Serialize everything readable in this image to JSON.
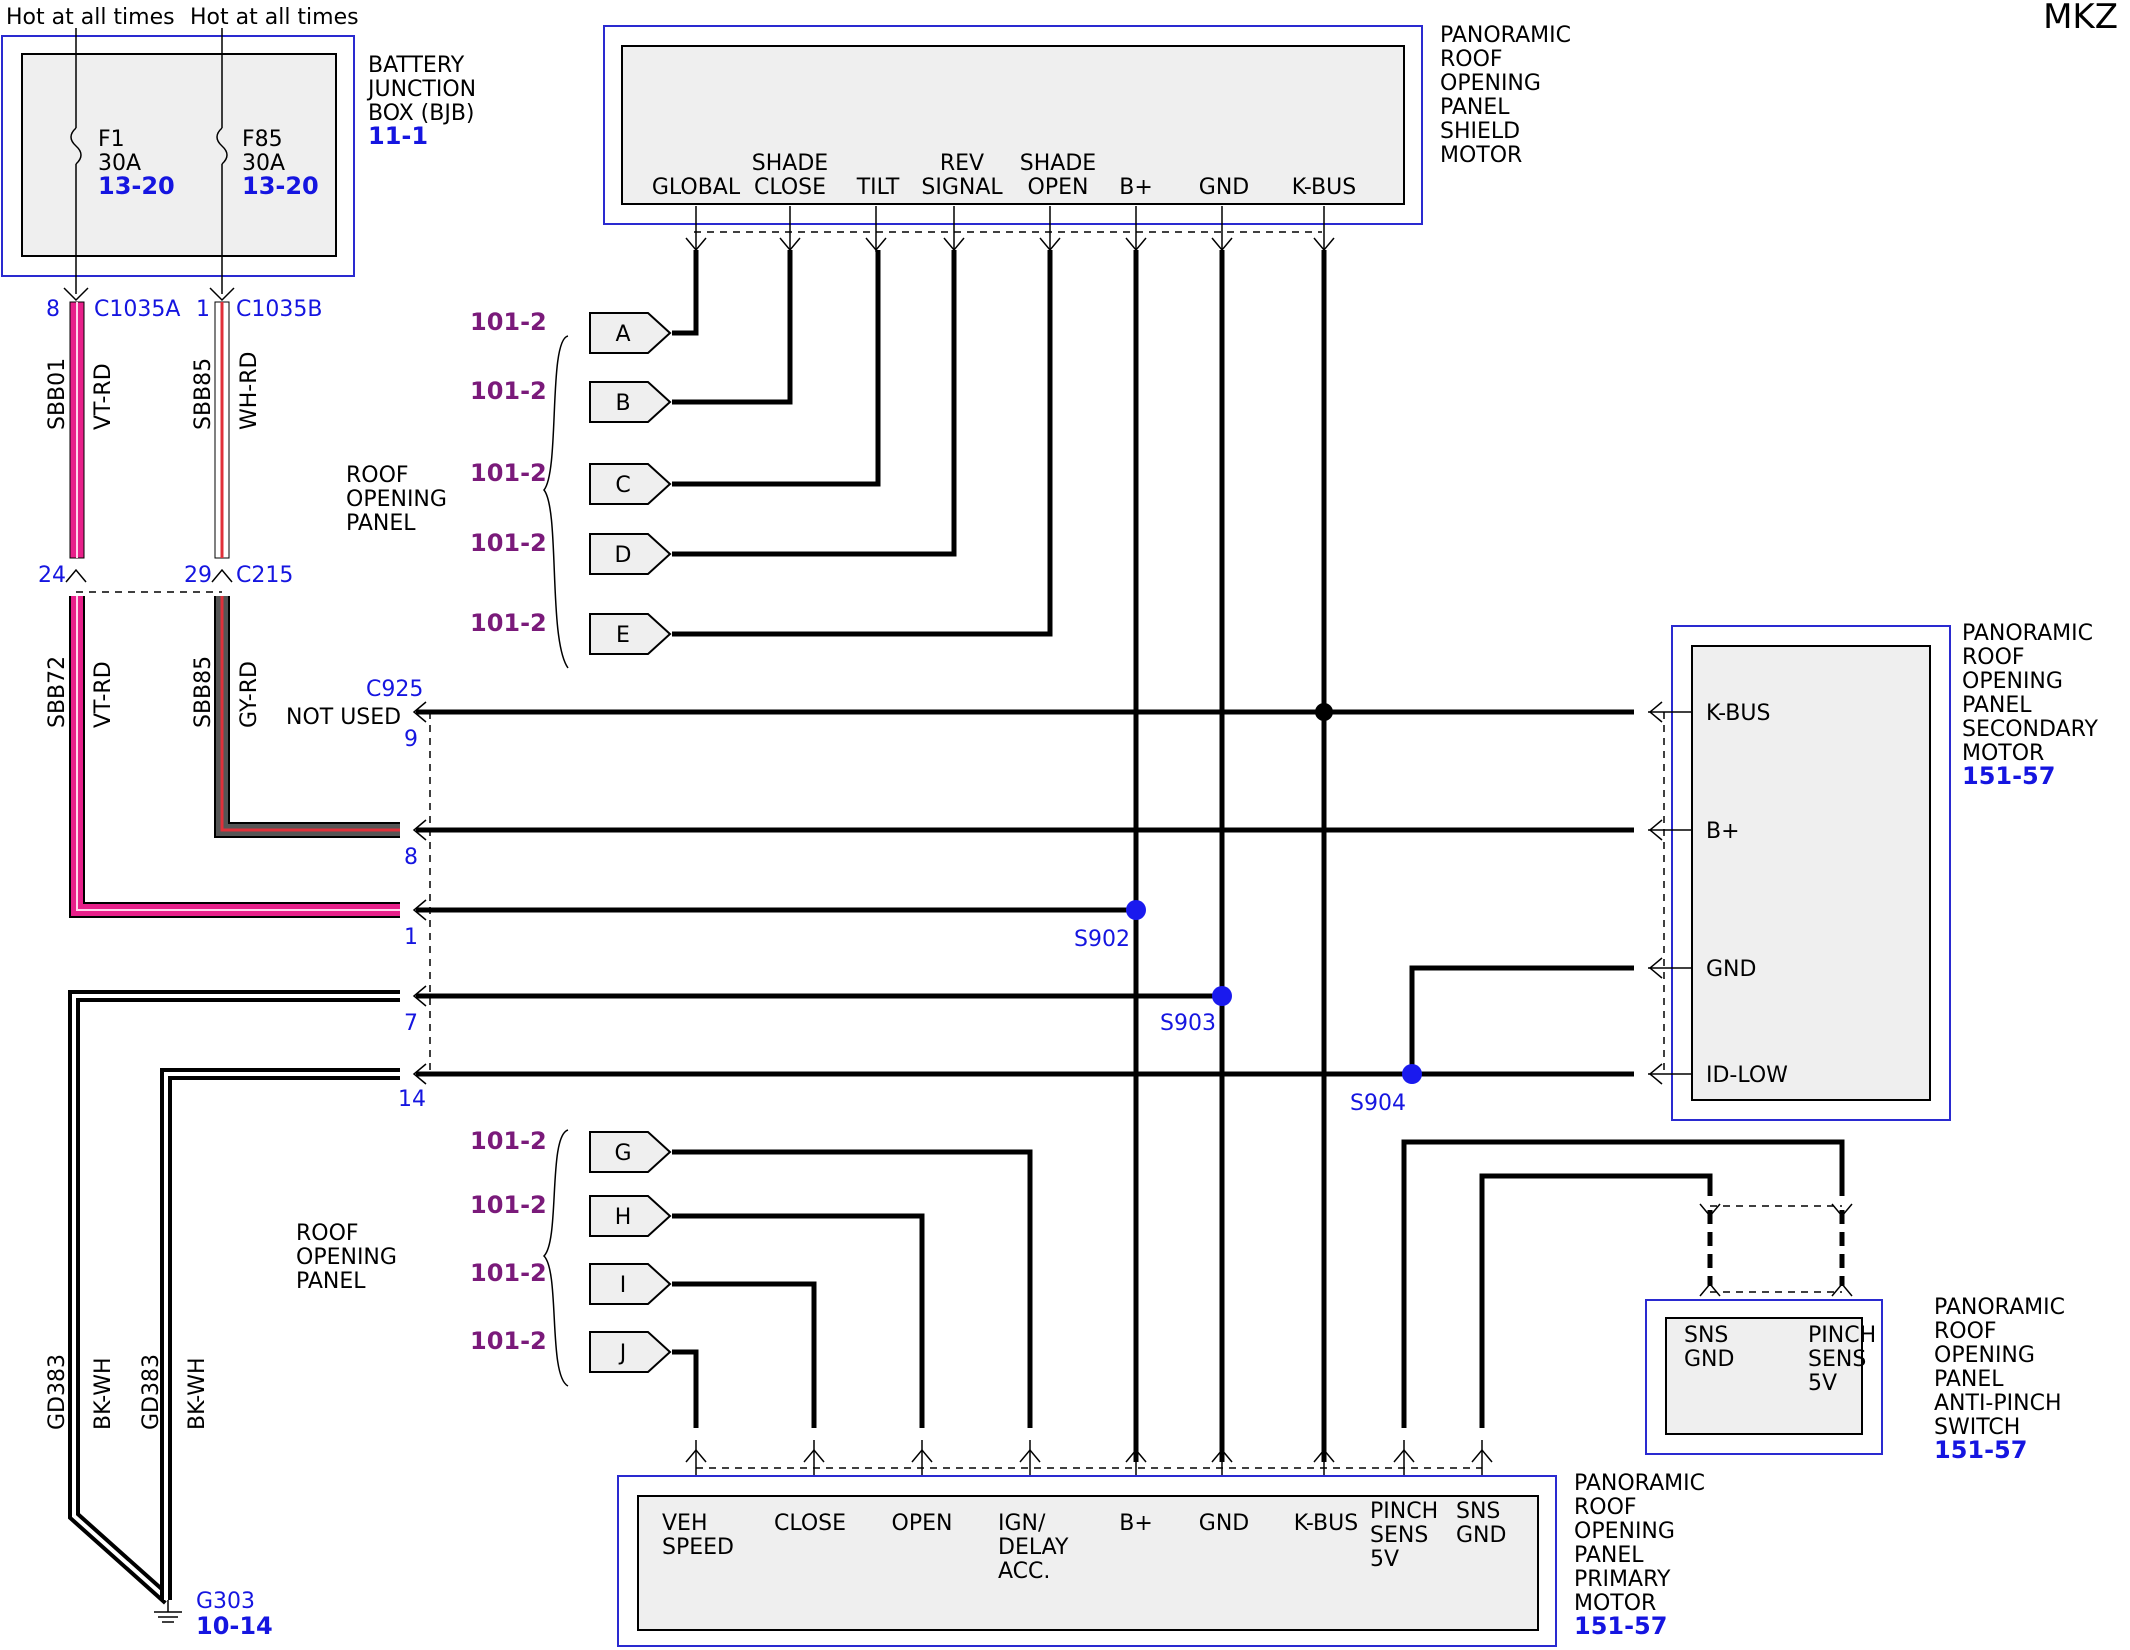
{
  "model": "MKZ",
  "hot_left": "Hot at all times",
  "hot_right": "Hot at all times",
  "bjb": {
    "lines": [
      "BATTERY",
      "JUNCTION",
      "BOX (BJB)"
    ],
    "ref": "11-1"
  },
  "fuses": [
    {
      "name": "F1",
      "rating": "30A",
      "ref": "13-20"
    },
    {
      "name": "F85",
      "rating": "30A",
      "ref": "13-20"
    }
  ],
  "c1035": {
    "pin_a": "8",
    "name_a": "C1035A",
    "pin_b": "1",
    "name_b": "C1035B"
  },
  "c215": {
    "pin_a": "24",
    "pin_b": "29",
    "name": "C215"
  },
  "wires_upper": [
    {
      "circuit": "SBB01",
      "color": "VT-RD"
    },
    {
      "circuit": "SBB85",
      "color": "WH-RD"
    }
  ],
  "wires_lower": [
    {
      "circuit": "SBB72",
      "color": "VT-RD"
    },
    {
      "circuit": "SBB85",
      "color": "GY-RD"
    }
  ],
  "gnd_wires": [
    {
      "circuit": "GD383",
      "color": "BK-WH"
    },
    {
      "circuit": "GD383",
      "color": "BK-WH"
    }
  ],
  "shield_motor": {
    "lines": [
      "PANORAMIC",
      "ROOF",
      "OPENING",
      "PANEL",
      "SHIELD",
      "MOTOR"
    ],
    "pins": [
      [
        "GLOBAL"
      ],
      [
        "SHADE",
        "CLOSE"
      ],
      [
        "TILT"
      ],
      [
        "REV",
        "SIGNAL"
      ],
      [
        "SHADE",
        "OPEN"
      ],
      [
        "B+"
      ],
      [
        "GND"
      ],
      [
        "K-BUS"
      ]
    ]
  },
  "upper_group": {
    "lines": [
      "ROOF",
      "OPENING",
      "PANEL"
    ],
    "tags": [
      "A",
      "B",
      "C",
      "D",
      "E"
    ],
    "ref": "101-2"
  },
  "lower_group": {
    "lines": [
      "ROOF",
      "OPENING",
      "PANEL"
    ],
    "tags": [
      "G",
      "H",
      "I",
      "J"
    ],
    "ref": "101-2"
  },
  "c925": {
    "name": "C925",
    "not_used": "NOT USED",
    "pins": [
      "9",
      "8",
      "1",
      "7",
      "14"
    ]
  },
  "splices": [
    "S902",
    "S903",
    "S904"
  ],
  "secondary_motor": {
    "lines": [
      "PANORAMIC",
      "ROOF",
      "OPENING",
      "PANEL",
      "SECONDARY",
      "MOTOR"
    ],
    "ref": "151-57",
    "pins": [
      "K-BUS",
      "B+",
      "GND",
      "ID-LOW"
    ]
  },
  "anti_pinch": {
    "lines": [
      "PANORAMIC",
      "ROOF",
      "OPENING",
      "PANEL",
      "ANTI-PINCH",
      "SWITCH"
    ],
    "ref": "151-57",
    "pins": [
      [
        "SNS",
        "GND"
      ],
      [
        "PINCH",
        "SENS",
        "5V"
      ]
    ]
  },
  "primary_motor": {
    "lines": [
      "PANORAMIC",
      "ROOF",
      "OPENING",
      "PANEL",
      "PRIMARY",
      "MOTOR"
    ],
    "ref": "151-57",
    "pins": [
      [
        "VEH",
        "SPEED"
      ],
      [
        "CLOSE"
      ],
      [
        "OPEN"
      ],
      [
        "IGN/",
        "DELAY",
        "ACC."
      ],
      [
        "B+"
      ],
      [
        "GND"
      ],
      [
        "K-BUS"
      ],
      [
        "PINCH",
        "SENS",
        "5V"
      ],
      [
        "SNS",
        "GND"
      ]
    ]
  },
  "ground": {
    "name": "G303",
    "ref": "10-14"
  }
}
